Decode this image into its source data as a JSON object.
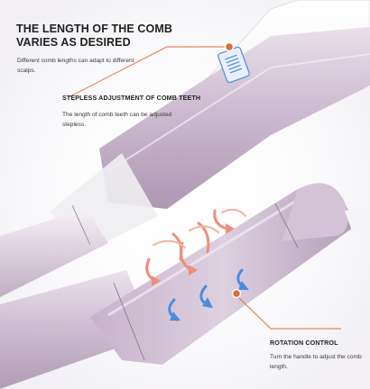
{
  "sections": [
    {
      "title": "THE LENGTH OF THE COMB VARIES AS DESIRED",
      "description": "Different comb lengths can adapt to different scalps."
    },
    {
      "title": "STEPLESS ADJUSTMENT OF COMB TEETH",
      "description": "The length of comb teeth can be adjusted stepless."
    },
    {
      "title": "ROTATION CONTROL",
      "description": "Turn the handle to adjust the comb length."
    }
  ],
  "colors": {
    "body_lilac": "#c9b7cc",
    "comb_white": "#f4f4f4",
    "callout_orange": "#e06a3a",
    "arrow_salmon": "#ef8e7a",
    "arrow_blue": "#4a8de0",
    "text_dark": "#1f1f1f"
  },
  "icons": [
    "rotation-arrow-icon",
    "callout-dot-icon"
  ]
}
